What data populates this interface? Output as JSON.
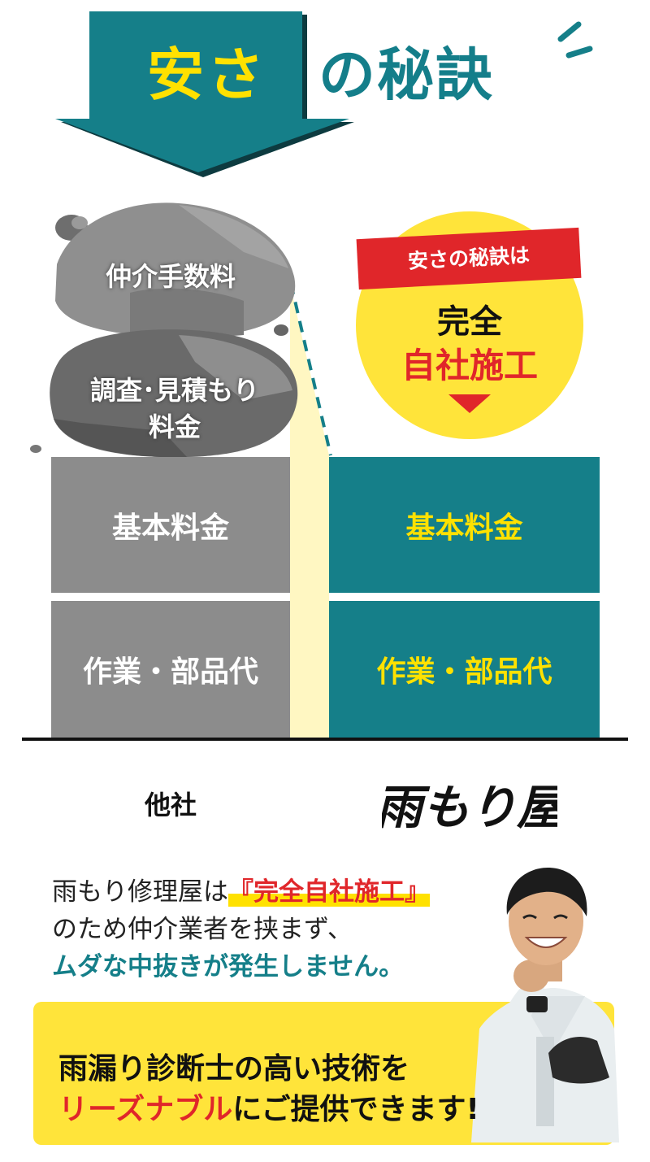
{
  "header": {
    "title_key": "安さ",
    "title_rest": "の秘訣"
  },
  "bubble": {
    "tag": "安さの秘訣は",
    "line1": "完全",
    "line2": "自社施工"
  },
  "rocks": {
    "top": "仲介手数料",
    "bottom_line1": "調査･見積もり",
    "bottom_line2": "料金"
  },
  "others": {
    "label": "他社",
    "basic": "基本料金",
    "work": "作業・部品代"
  },
  "ours": {
    "logo_text": "雨もり屋",
    "basic": "基本料金",
    "work": "作業・部品代"
  },
  "description": {
    "line1_pre": "雨もり修理屋は",
    "line1_hl": "『完全自社施工』",
    "line2": "のため仲介業者を挟まず、",
    "line3": "ムダな中抜きが発生しません。"
  },
  "cta": {
    "line1": "雨漏り診断士の高い技術を",
    "line2_red": "リーズナブル",
    "line2_rest": "にご提供できます!"
  },
  "colors": {
    "teal": "#157f89",
    "yellow": "#ffe100",
    "red": "#e0262a",
    "gray": "#8c8c8c"
  }
}
